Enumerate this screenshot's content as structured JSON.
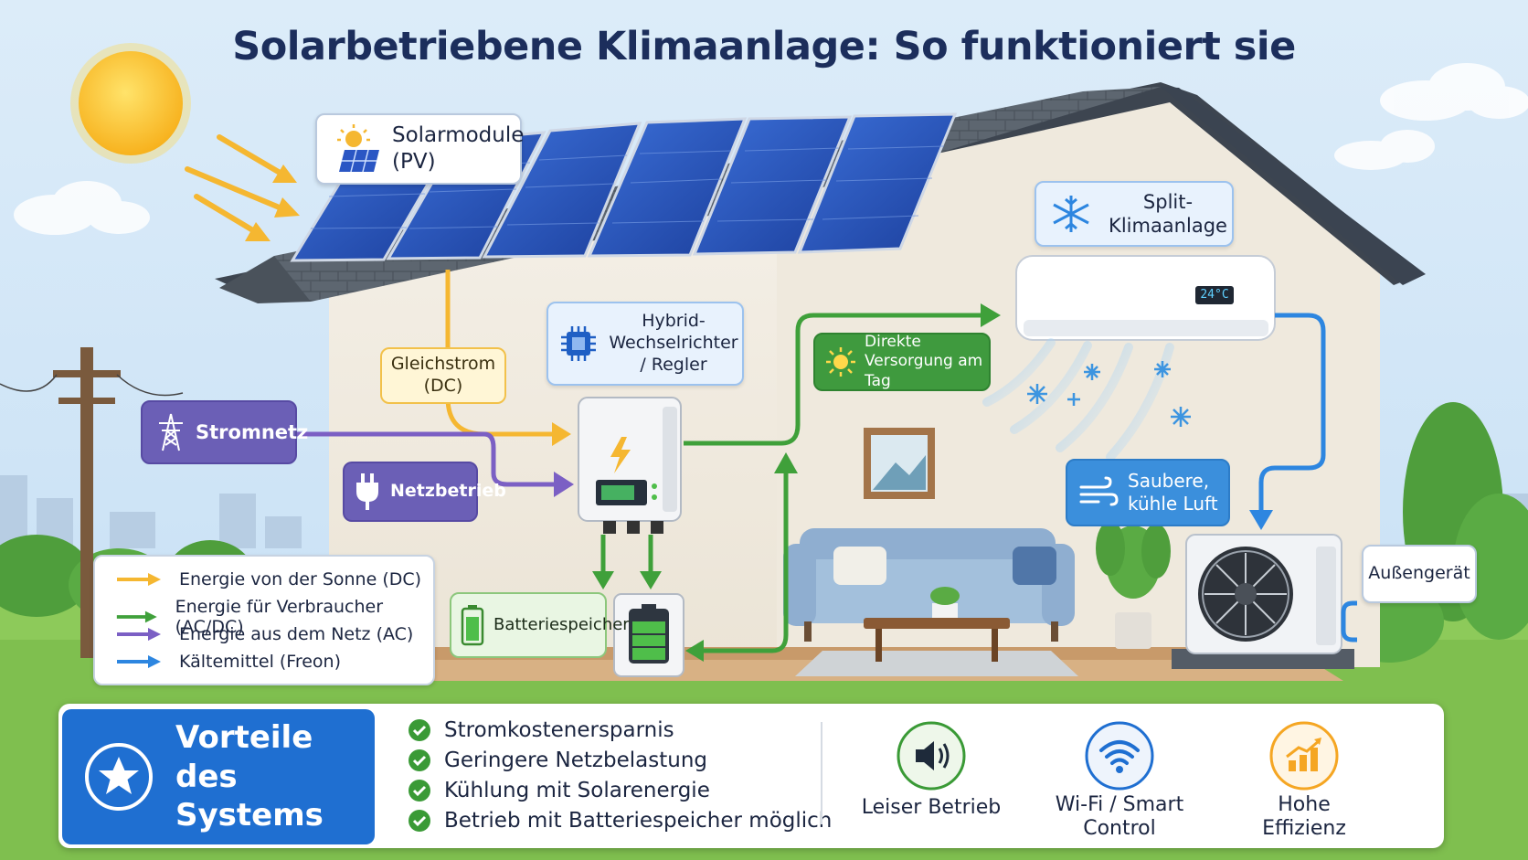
{
  "title": "Solarbetriebene Klimaanlage: So funktioniert sie",
  "labels": {
    "solar": "Solarmodule (PV)",
    "split": "Split-Klimaanlage",
    "hybrid": "Hybrid-Wechselrichter / Regler",
    "gleichstrom": "Gleichstrom (DC)",
    "direkt": "Direkte Versorgung am Tag",
    "stromnetz": "Stromnetz",
    "netzbetrieb": "Netzbetrieb",
    "luft": "Saubere, kühle Luft",
    "batterie": "Batteriespeicher",
    "aussen": "Außengerät",
    "display": "24°C"
  },
  "legend": [
    {
      "text": "Energie von der Sonne (DC)",
      "color": "#f5b731"
    },
    {
      "text": "Energie für Verbraucher (AC/DC)",
      "color": "#3fa03a"
    },
    {
      "text": "Energie aus dem Netz (AC)",
      "color": "#7b5fc4"
    },
    {
      "text": "Kältemittel (Freon)",
      "color": "#2d86e0"
    }
  ],
  "vorteile": "Vorteile des Systems",
  "benefits": [
    "Stromkostenersparnis",
    "Geringere Netzbelastung",
    "Kühlung mit Solarenergie",
    "Betrieb mit Batteriespeicher möglich"
  ],
  "features": [
    {
      "text": "Leiser Betrieb",
      "icon": "speaker-icon"
    },
    {
      "text": "Wi-Fi / Smart Control",
      "icon": "wifi-icon"
    },
    {
      "text": "Hohe Effizienz",
      "icon": "bar-chart-icon"
    }
  ],
  "colors": {
    "title": "#1c2e5c",
    "yellow_flow": "#f5b731",
    "green_flow": "#3fa03a",
    "purple_flow": "#7b5fc4",
    "blue_flow": "#2d86e0",
    "accent_blue": "#1f6fd1"
  }
}
